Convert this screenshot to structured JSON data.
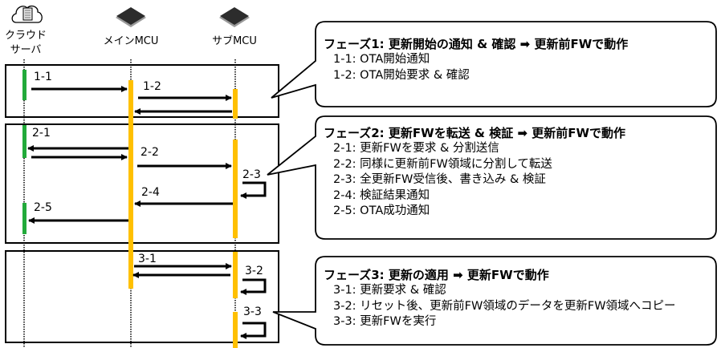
{
  "actors": [
    {
      "id": "cloud",
      "label_lines": [
        "クラウド",
        "サーバ"
      ],
      "icon": "cloud-document-icon"
    },
    {
      "id": "main",
      "label_lines": [
        "メインMCU"
      ],
      "icon": "chip-icon"
    },
    {
      "id": "sub",
      "label_lines": [
        "サブMCU"
      ],
      "icon": "chip-icon"
    }
  ],
  "colors": {
    "cloud_activation": "#22aa3a",
    "mcu_activation": "#ffc000",
    "line": "#000000"
  },
  "phases": [
    {
      "title": "フェーズ1: 更新開始の通知 & 確認 ➡ 更新前FWで動作",
      "items": [
        "1-1: OTA開始通知",
        "1-2: OTA開始要求 & 確認"
      ],
      "messages": [
        {
          "label": "1-1",
          "from": "cloud",
          "to": "main"
        },
        {
          "label": "1-2",
          "from": "main",
          "to": "sub"
        },
        {
          "label": "",
          "from": "sub",
          "to": "main"
        }
      ]
    },
    {
      "title": "フェーズ2: 更新FWを転送 & 検証 ➡ 更新前FWで動作",
      "items": [
        "2-1: 更新FWを要求 & 分割送信",
        "2-2: 同様に更新前FW領域に分割して転送",
        "2-3: 全更新FW受信後、書き込み & 検証",
        "2-4: 検証結果通知",
        "2-5: OTA成功通知"
      ],
      "messages": [
        {
          "label": "2-1",
          "from": "main",
          "to": "cloud"
        },
        {
          "label": "",
          "from": "cloud",
          "to": "main"
        },
        {
          "label": "2-2",
          "from": "main",
          "to": "sub"
        },
        {
          "label": "2-3",
          "from": "sub",
          "to": "sub"
        },
        {
          "label": "2-4",
          "from": "sub",
          "to": "main"
        },
        {
          "label": "2-5",
          "from": "main",
          "to": "cloud"
        }
      ]
    },
    {
      "title": "フェーズ3: 更新の適用 ➡ 更新FWで動作",
      "items": [
        "3-1: 更新要求 & 確認",
        "3-2: リセット後、更新前FW領域のデータを更新FW領域へコピー",
        "3-3: 更新FWを実行"
      ],
      "messages": [
        {
          "label": "3-1",
          "from": "main",
          "to": "sub"
        },
        {
          "label": "",
          "from": "sub",
          "to": "main"
        },
        {
          "label": "3-2",
          "from": "sub",
          "to": "sub"
        },
        {
          "label": "3-3",
          "from": "sub",
          "to": "sub"
        }
      ]
    }
  ]
}
